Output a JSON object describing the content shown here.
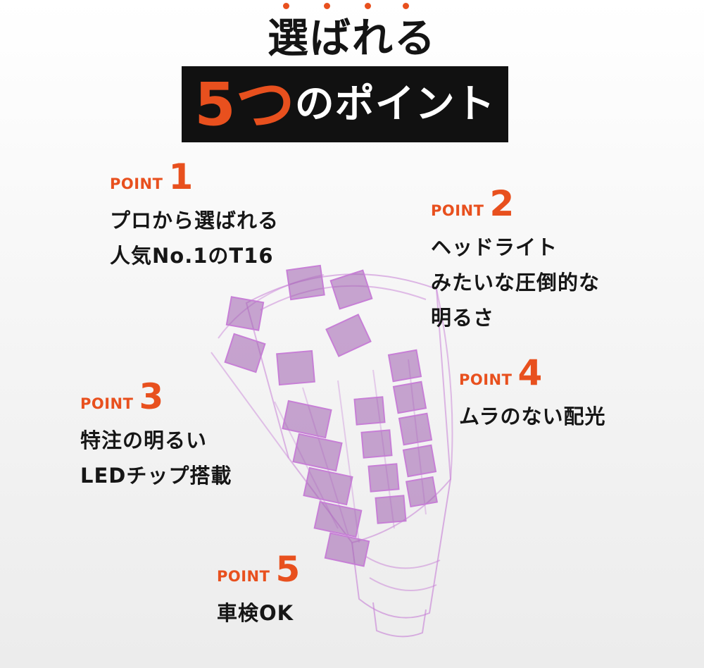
{
  "headline": "選ばれる",
  "banner": {
    "number": "5つ",
    "rest": "のポイント"
  },
  "points": [
    {
      "label": "POINT",
      "number": "1",
      "lines": [
        "プロから選ばれる",
        "人気No.1のT16"
      ]
    },
    {
      "label": "POINT",
      "number": "2",
      "lines": [
        "ヘッドライト",
        "みたいな圧倒的な",
        "明るさ"
      ]
    },
    {
      "label": "POINT",
      "number": "3",
      "lines": [
        "特注の明るい",
        "LEDチップ搭載"
      ]
    },
    {
      "label": "POINT",
      "number": "4",
      "lines": [
        "ムラのない配光"
      ]
    },
    {
      "label": "POINT",
      "number": "5",
      "lines": [
        "車検OK"
      ]
    }
  ],
  "colors": {
    "accent": "#e8501e",
    "banner_bg": "#111111",
    "bulb_line": "#c77fd6",
    "chip": "#9f5fae"
  },
  "icons": [
    "emphasis-dots",
    "led-bulb-illustration"
  ]
}
